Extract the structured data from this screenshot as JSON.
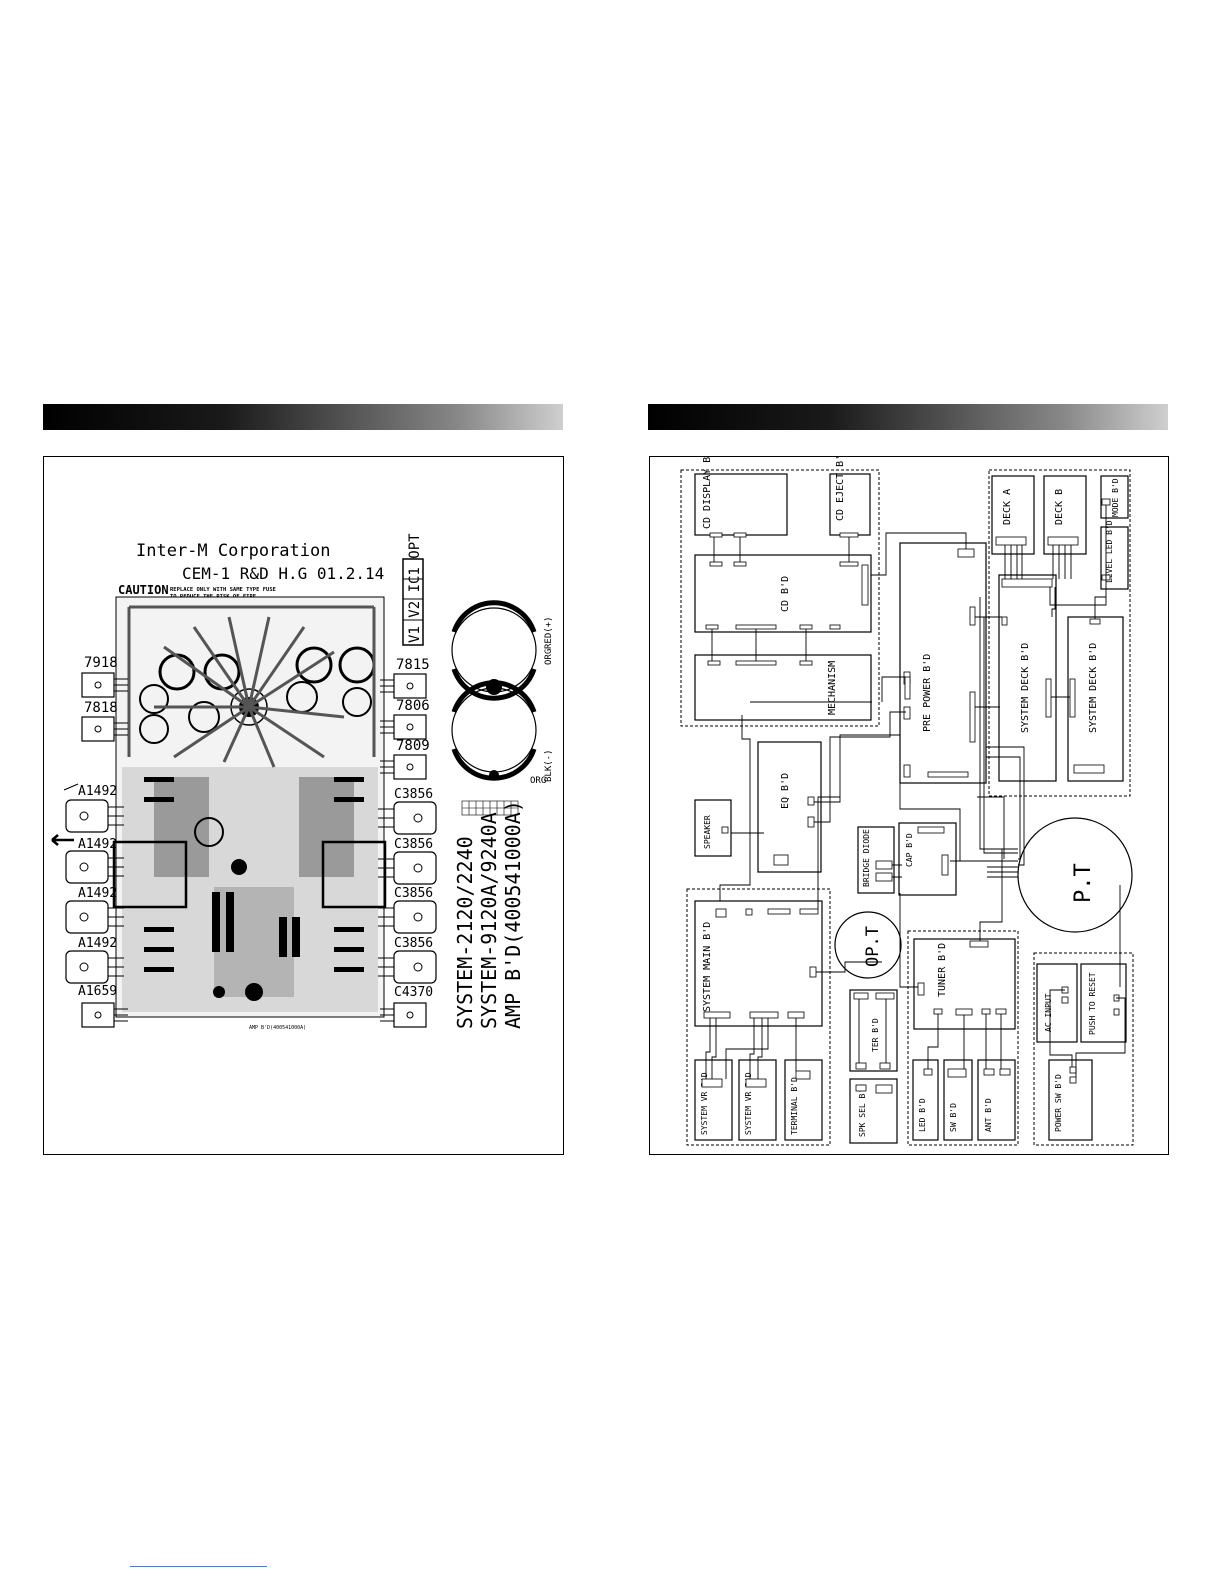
{
  "left_panel": {
    "company": "Inter-M Corporation",
    "rev": "CEM-1  R&D H.G  01.2.14",
    "option_box": "V1 V2 IC1 OPT",
    "caution_title": "CAUTION",
    "caution_line1": "REPLACE ONLY WITH SAME TYPE FUSE",
    "caution_line2": "TO REDUCE THE RISK OF FIRE.",
    "regulators": [
      "7918",
      "7818",
      "7815",
      "7806",
      "7809"
    ],
    "transistors_left": [
      "A1492",
      "A1492",
      "A1492",
      "A1492",
      "A1659"
    ],
    "transistors_right": [
      "C3856",
      "C3856",
      "C3856",
      "C3856",
      "C4370"
    ],
    "model_line1": "SYSTEM-2120/2240",
    "model_line2": "SYSTEM-9120A/9240A",
    "model_line3": "AMP B'D(400541000A)",
    "board_label_small": "AMP B'D(400541000A)",
    "wire_labels": [
      "RED(+)",
      "ORG",
      "BLK(-)",
      "ORG"
    ]
  },
  "right_panel": {
    "boards": {
      "cd_display": "CD DISPLAY B'D",
      "cd_eject": "CD EJECT B'D",
      "cd": "CD B'D",
      "mechanism": "MECHANISM",
      "pre_power": "PRE POWER B'D",
      "deck_a": "DECK A",
      "deck_b": "DECK B",
      "mode": "MODE B'D",
      "level_led": "LEVEL LED B'D",
      "system_deck_1": "SYSTEM DECK B'D",
      "system_deck_2": "SYSTEM DECK B'D",
      "eq": "EQ B'D",
      "speaker": "SPEAKER",
      "bridge_diode": "BRIDGE DIODE",
      "cap": "CAP B'D",
      "pt": "P.T",
      "opt": "OP.T",
      "system_main": "SYSTEM MAIN B'D",
      "tuner": "TUNER B'D",
      "ac_input": "AC INPUT",
      "push_reset": "PUSH TO RESET",
      "ter": "TER B'D",
      "system_vr_1": "SYSTEM VR B'D",
      "system_vr_2": "SYSTEM VR B'D",
      "terminal": "TERMINAL B'D",
      "spk_sel": "SPK SEL B'D",
      "led": "LED B'D",
      "sw": "SW B'D",
      "ant": "ANT B'D",
      "power_sw": "POWER SW B'D"
    }
  }
}
